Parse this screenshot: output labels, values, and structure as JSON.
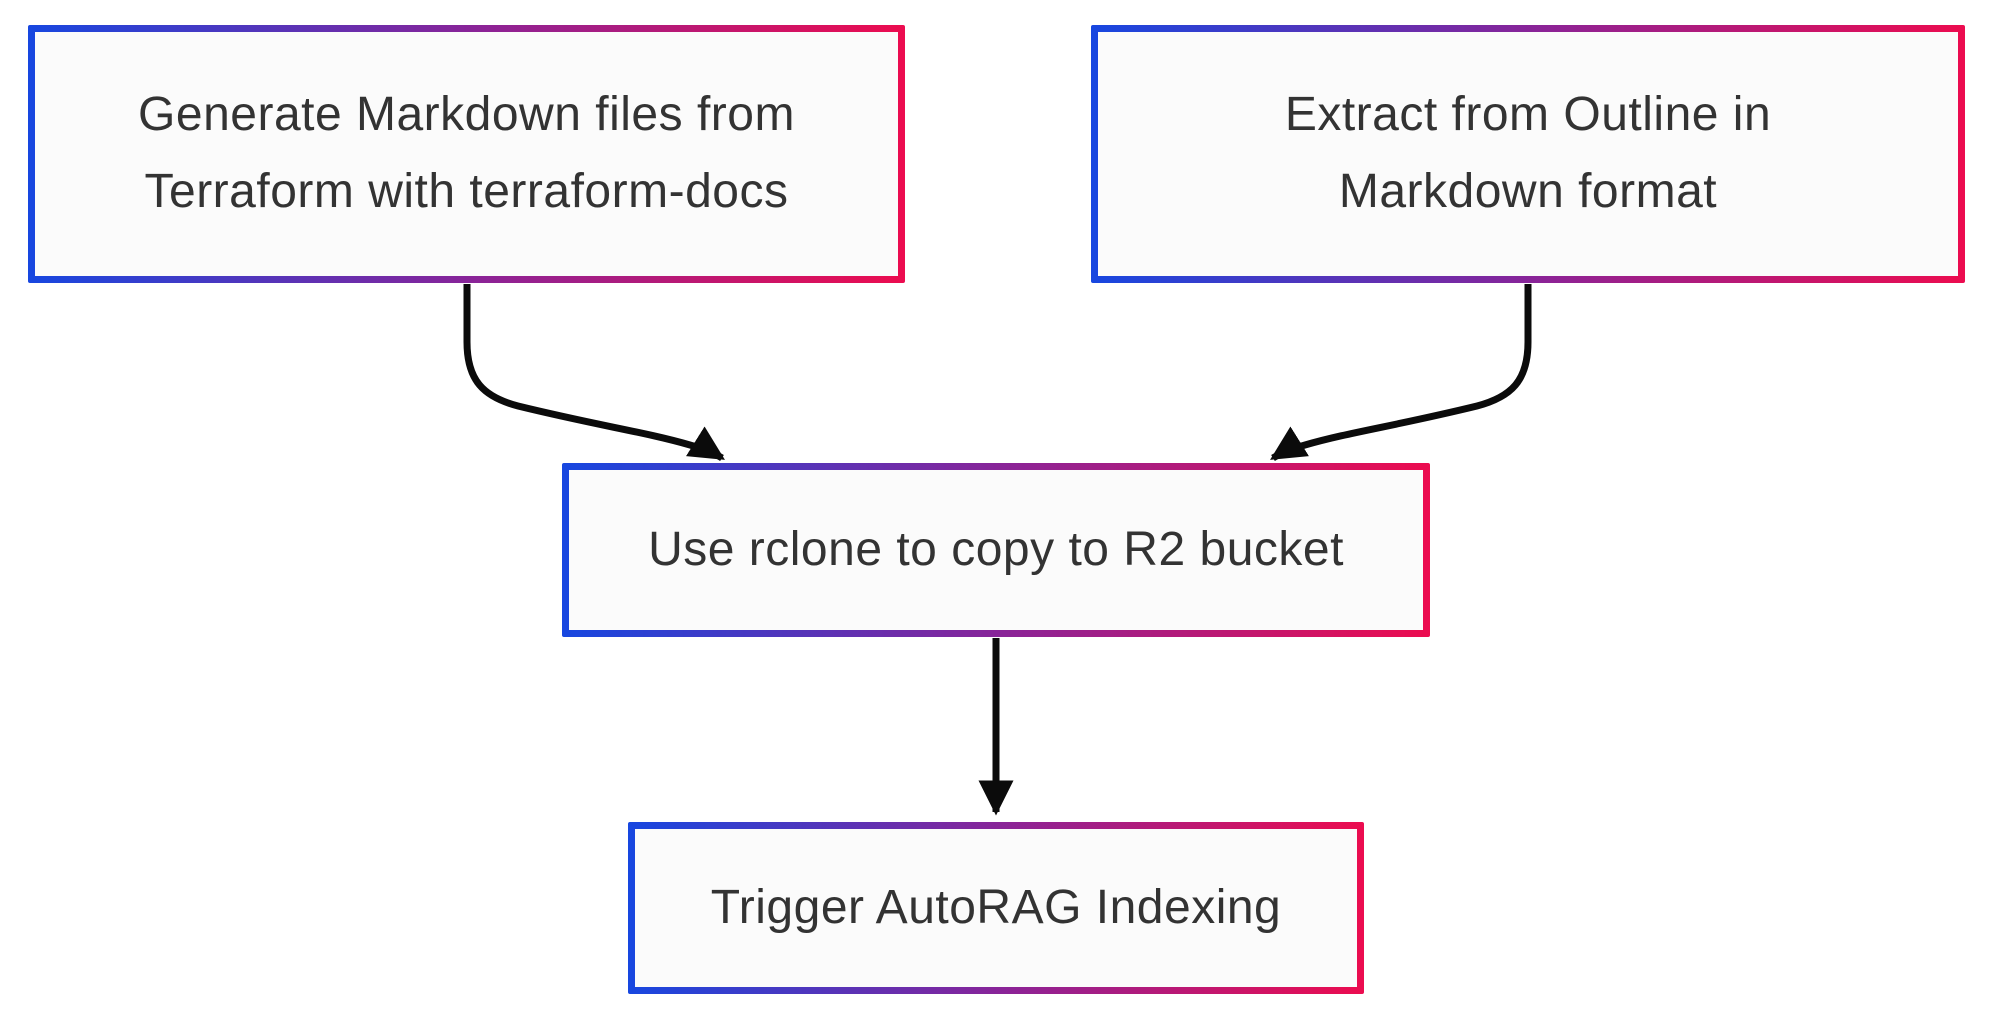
{
  "diagram": {
    "type": "flowchart",
    "direction": "top-down",
    "nodes": [
      {
        "id": "terraform",
        "label": "Generate Markdown files from\nTerraform with terraform-docs"
      },
      {
        "id": "outline",
        "label": "Extract from Outline in\nMarkdown format"
      },
      {
        "id": "rclone",
        "label": "Use rclone to copy to R2 bucket"
      },
      {
        "id": "autorag",
        "label": "Trigger AutoRAG Indexing"
      }
    ],
    "edges": [
      {
        "from": "terraform",
        "to": "rclone"
      },
      {
        "from": "outline",
        "to": "rclone"
      },
      {
        "from": "rclone",
        "to": "autorag"
      }
    ],
    "colors": {
      "border_gradient_start": "#1747e0",
      "border_gradient_mid": "#8c2396",
      "border_gradient_end": "#ec0c4f",
      "node_fill": "#fbfbfb",
      "text": "#333333",
      "arrow": "#0b0b0b",
      "background": "#ffffff"
    }
  }
}
